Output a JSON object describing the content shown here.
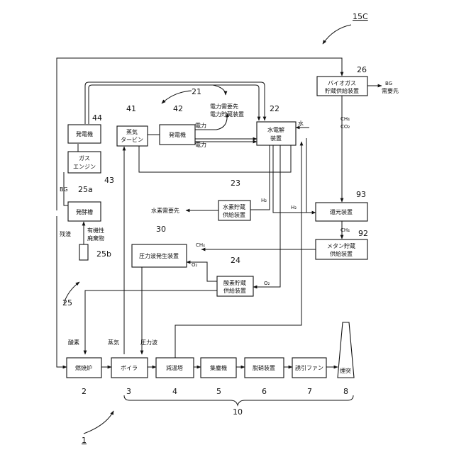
{
  "figure_ref": "15C",
  "system_ref": "1",
  "group_refs": {
    "main_line": "10",
    "power_loop": "21",
    "culture": "25"
  },
  "boxes": {
    "power_gen_engine": {
      "label": "発電機",
      "ref": "44"
    },
    "gas_engine": {
      "label1": "ガス",
      "label2": "エンジン",
      "ref": "43"
    },
    "steam_turbine": {
      "label1": "蒸気",
      "label2": "タービン",
      "ref": "41"
    },
    "power_gen_turbine": {
      "label": "発電機",
      "ref": "42"
    },
    "electrolyzer": {
      "label1": "水電解",
      "label2": "装置",
      "ref": "22"
    },
    "biogas_storage": {
      "label1": "バイオガス",
      "label2": "貯蔵供給装置",
      "ref": "26"
    },
    "fermenter": {
      "label": "発酵槽",
      "ref": "25a"
    },
    "hydrogen_storage": {
      "label1": "水素貯蔵",
      "label2": "供給装置",
      "ref": "23"
    },
    "reduction": {
      "label": "還元装置",
      "ref": "93"
    },
    "methane_storage": {
      "label1": "メタン貯蔵",
      "label2": "供給装置",
      "ref": "92"
    },
    "pressure_wave": {
      "label": "圧力波発生装置",
      "ref": "30"
    },
    "oxygen_storage": {
      "label1": "酸素貯蔵",
      "label2": "供給装置",
      "ref": "24"
    },
    "small_container": {
      "ref": "25b"
    },
    "incinerator": {
      "label": "燃焼炉",
      "ref": "2"
    },
    "boiler": {
      "label": "ボイラ",
      "ref": "3"
    },
    "cooling_tower": {
      "label": "減温塔",
      "ref": "4"
    },
    "dust_collector": {
      "label": "集塵機",
      "ref": "5"
    },
    "denitration": {
      "label": "脱硝装置",
      "ref": "6"
    },
    "induced_fan": {
      "label": "誘引ファン",
      "ref": "7"
    },
    "chimney": {
      "label": "煙突",
      "ref": "8"
    }
  },
  "labels": {
    "power_demand_1": "電力需要先",
    "power_demand_2": "電力貯蔵装置",
    "power_a": "電力",
    "power_b": "電力",
    "water": "水",
    "bg_demand_1": "BG",
    "bg_demand_2": "需要先",
    "ch4_a": "CH₄",
    "co2": "CO₂",
    "bg": "BG",
    "h2_a": "H₂",
    "h2_b": "H₂",
    "hydrogen_demand": "水素需要先",
    "ch4_b": "CH₄",
    "ch4_c": "CH₄",
    "o2_a": "O₂",
    "o2_b": "O₂",
    "residue": "残渣",
    "organic_1": "有機性",
    "organic_2": "廃棄物",
    "oxygen": "酸素",
    "steam": "蒸気",
    "pressure_wave": "圧力波"
  }
}
